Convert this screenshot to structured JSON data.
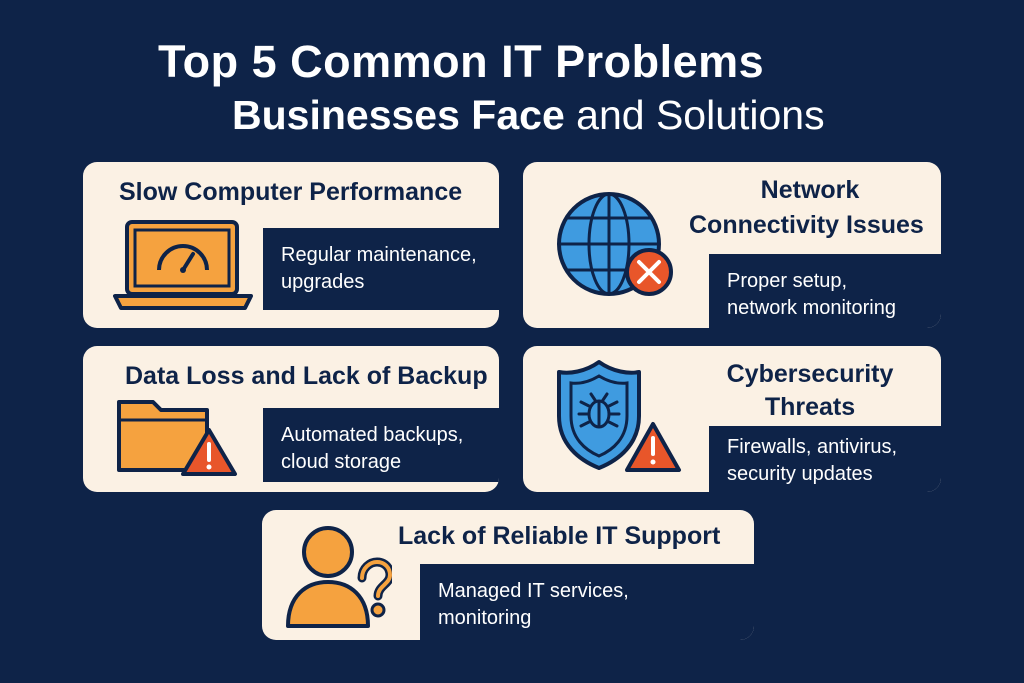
{
  "title": {
    "line1": "Top 5 Common IT Problems",
    "line2_bold": "Businesses Face",
    "line2_light": " and Solutions"
  },
  "problems": [
    {
      "title": "Slow Computer Performance",
      "solution_line1": "Regular maintenance,",
      "solution_line2": "upgrades",
      "icon": "laptop-speedometer-icon"
    },
    {
      "title_line1": "Network",
      "title_line2": "Connectivity Issues",
      "solution_line1": "Proper setup,",
      "solution_line2": "network monitoring",
      "icon": "globe-error-icon"
    },
    {
      "title": "Data Loss and Lack of Backup",
      "solution_line1": "Automated backups,",
      "solution_line2": "cloud storage",
      "icon": "folder-warning-icon"
    },
    {
      "title_line1": "Cybersecurity",
      "title_line2": "Threats",
      "solution_line1": "Firewalls, antivirus,",
      "solution_line2": "security updates",
      "icon": "shield-bug-warning-icon"
    },
    {
      "title": "Lack of Reliable IT Support",
      "solution_line1": "Managed IT services,",
      "solution_line2": "monitoring",
      "icon": "user-question-icon"
    }
  ],
  "colors": {
    "background": "#0e2348",
    "card": "#fbf1e4",
    "accent_orange": "#f5a23f",
    "accent_blue": "#3f9be0",
    "warning": "#e8562a"
  }
}
